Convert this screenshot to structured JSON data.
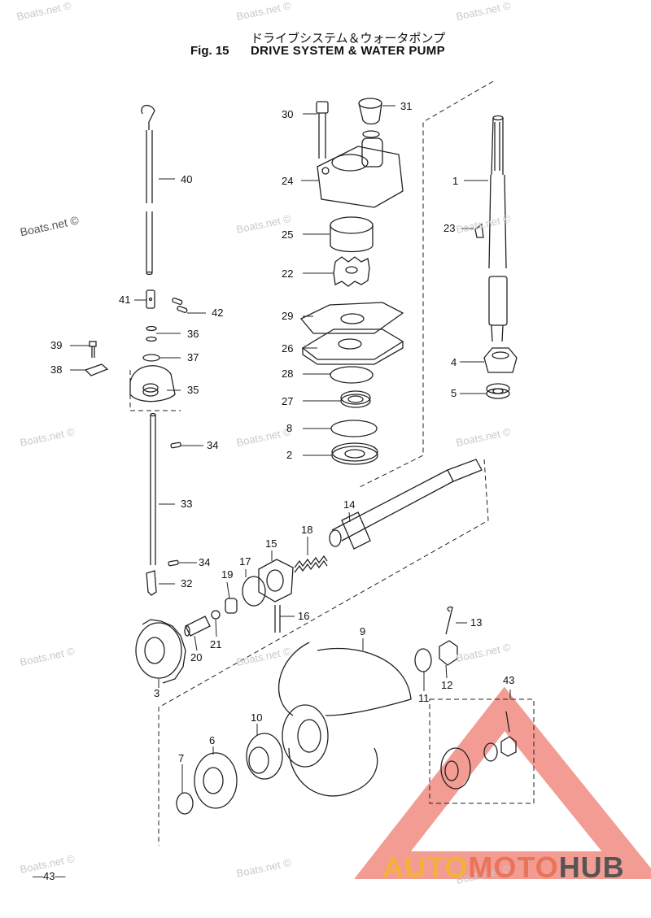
{
  "title": {
    "japanese": "ドライブシステム＆ウォータポンプ",
    "fig": "Fig. 15",
    "english": "DRIVE SYSTEM & WATER PUMP"
  },
  "watermark_text": "Boats.net ©",
  "page_number": "—43—",
  "brand": {
    "part1": "AUTO",
    "part2": "MOTO",
    "part3": "HUB"
  },
  "colors": {
    "line": "#222222",
    "brand_logo": "#e84a3a"
  },
  "labels": {
    "p30": "30",
    "p31": "31",
    "p24": "24",
    "p1": "1",
    "p40": "40",
    "p23": "23",
    "p25": "25",
    "p22": "22",
    "p41": "41",
    "p42": "42",
    "p29": "29",
    "p36": "36",
    "p39": "39",
    "p26": "26",
    "p37": "37",
    "p4": "4",
    "p38": "38",
    "p28": "28",
    "p35": "35",
    "p5": "5",
    "p27": "27",
    "p8": "8",
    "p34a": "34",
    "p2": "2",
    "p14": "14",
    "p33": "33",
    "p18": "18",
    "p15": "15",
    "p17": "17",
    "p34b": "34",
    "p19": "19",
    "p32": "32",
    "p16": "16",
    "p13": "13",
    "p9": "9",
    "p21": "21",
    "p20": "20",
    "p12": "12",
    "p3": "3",
    "p11": "11",
    "p43": "43",
    "p10": "10",
    "p6": "6",
    "p7": "7"
  }
}
